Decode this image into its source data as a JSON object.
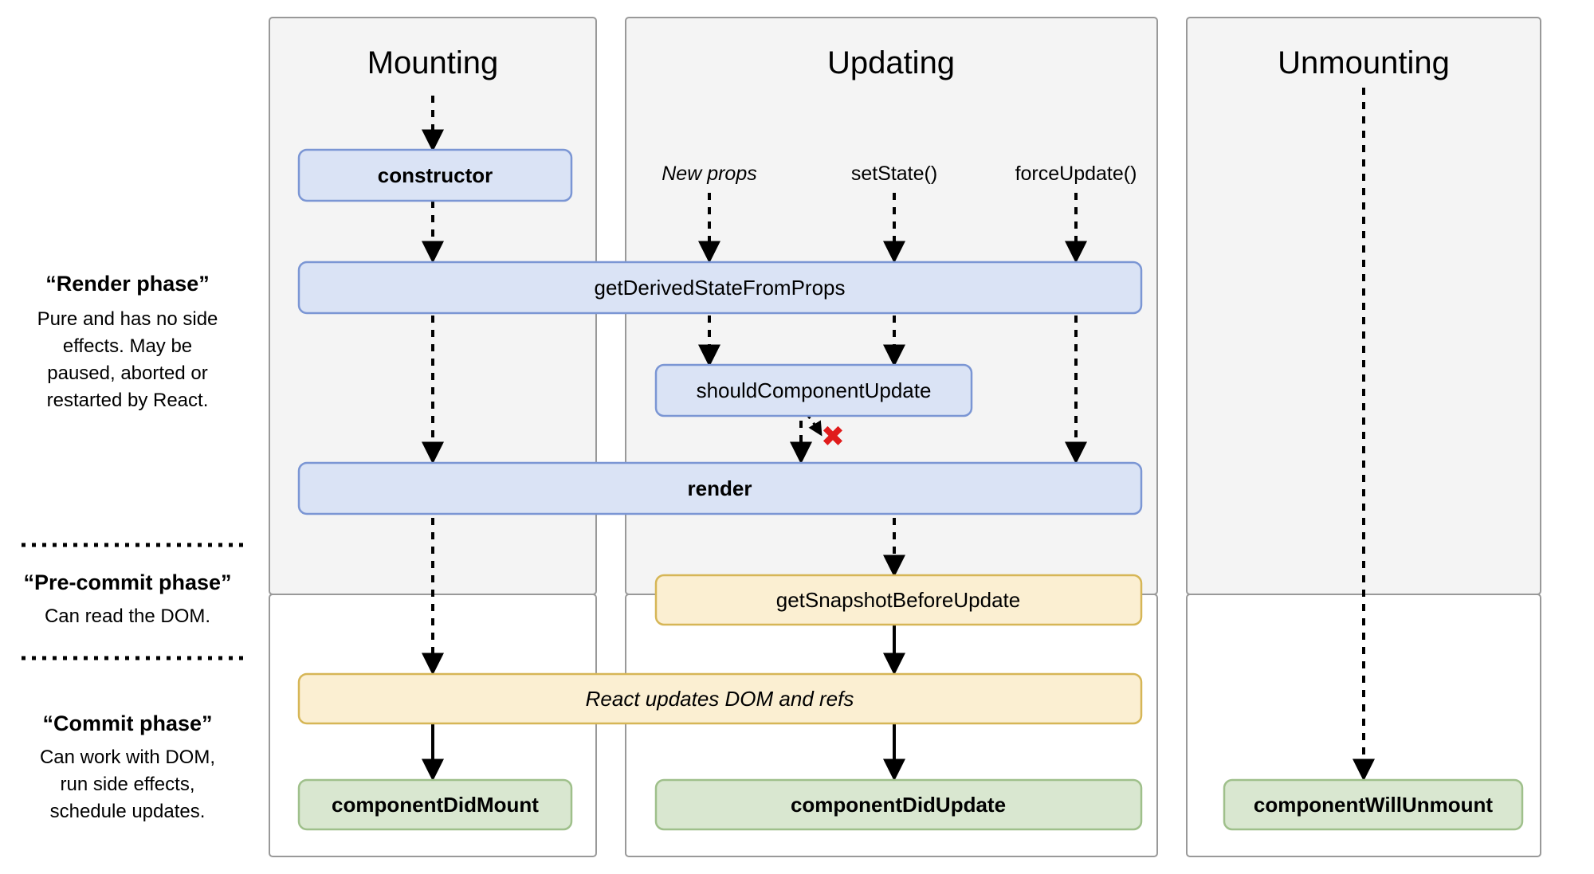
{
  "diagram": {
    "title": "React component lifecycle diagram",
    "colors": {
      "column_fill_top": "#f4f4f4",
      "column_border": "#999999",
      "blue_fill": "#dae3f5",
      "blue_border": "#7b96d4",
      "yellow_fill": "#fbefd2",
      "yellow_border": "#d6b656",
      "green_fill": "#d9e7d0",
      "green_border": "#9fc08b",
      "arrow": "#000000",
      "cross": "#e01b1b"
    },
    "columns": [
      {
        "id": "mounting",
        "title": "Mounting"
      },
      {
        "id": "updating",
        "title": "Updating"
      },
      {
        "id": "unmounting",
        "title": "Unmounting"
      }
    ],
    "phases": [
      {
        "id": "render-phase",
        "title": "“Render phase”",
        "desc_lines": [
          "Pure and has no side",
          "effects. May be",
          "paused, aborted or",
          "restarted by React."
        ]
      },
      {
        "id": "pre-commit-phase",
        "title": "“Pre-commit phase”",
        "desc_lines": [
          "Can read the DOM."
        ]
      },
      {
        "id": "commit-phase",
        "title": "“Commit phase”",
        "desc_lines": [
          "Can work with DOM,",
          "run side effects,",
          "schedule updates."
        ]
      }
    ],
    "triggers": [
      {
        "id": "new-props",
        "label": "New props",
        "italic": true
      },
      {
        "id": "set-state",
        "label": "setState()",
        "italic": false
      },
      {
        "id": "force-update",
        "label": "forceUpdate()",
        "italic": false
      }
    ],
    "nodes": [
      {
        "id": "constructor",
        "label": "constructor",
        "kind": "blue",
        "bold": true,
        "italic": false
      },
      {
        "id": "getDerivedStateFromProps",
        "label": "getDerivedStateFromProps",
        "kind": "blue",
        "bold": false,
        "italic": false
      },
      {
        "id": "shouldComponentUpdate",
        "label": "shouldComponentUpdate",
        "kind": "blue",
        "bold": false,
        "italic": false
      },
      {
        "id": "render",
        "label": "render",
        "kind": "blue",
        "bold": true,
        "italic": false
      },
      {
        "id": "getSnapshotBeforeUpdate",
        "label": "getSnapshotBeforeUpdate",
        "kind": "yellow",
        "bold": false,
        "italic": false
      },
      {
        "id": "reactUpdatesDom",
        "label": "React updates DOM and refs",
        "kind": "yellow",
        "bold": false,
        "italic": true
      },
      {
        "id": "componentDidMount",
        "label": "componentDidMount",
        "kind": "green",
        "bold": true,
        "italic": false
      },
      {
        "id": "componentDidUpdate",
        "label": "componentDidUpdate",
        "kind": "green",
        "bold": true,
        "italic": false
      },
      {
        "id": "componentWillUnmount",
        "label": "componentWillUnmount",
        "kind": "green",
        "bold": true,
        "italic": false
      }
    ],
    "cross_marker": {
      "id": "skip-render-cross",
      "glyph": "✖"
    }
  }
}
